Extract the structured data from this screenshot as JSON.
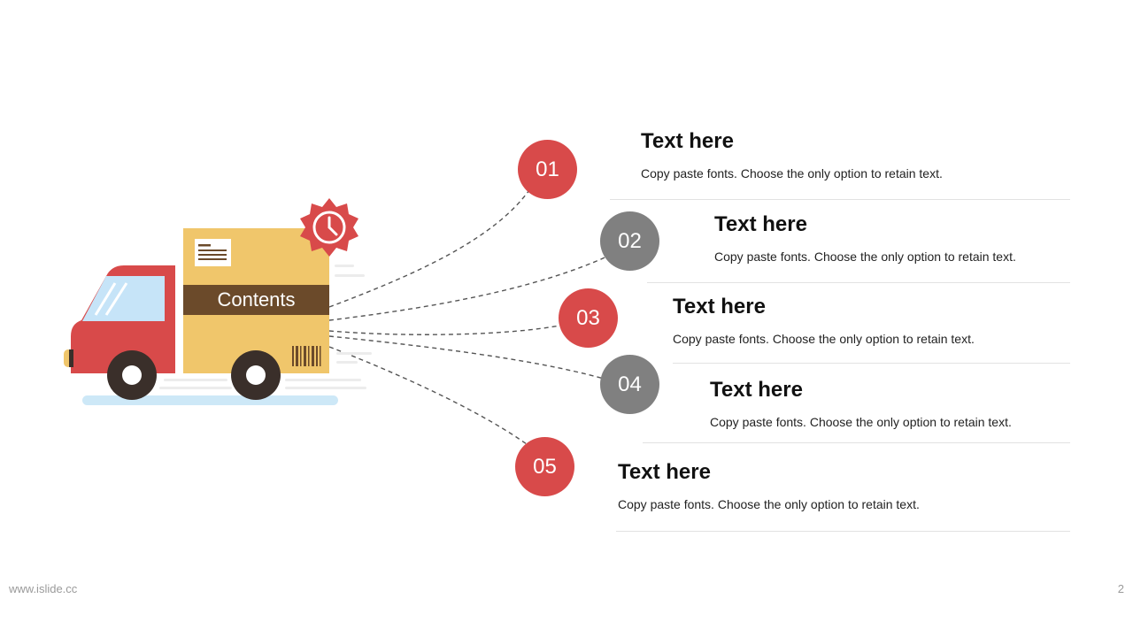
{
  "illustration": {
    "box_label": "Contents",
    "truck_icon": "delivery-truck-icon",
    "badge_icon": "clock-icon",
    "colors": {
      "truck_red": "#d84a4a",
      "box_yellow": "#f0c66b",
      "box_band": "#6b4a2a",
      "window": "#c6e4f8",
      "wheel": "#3a2f2a",
      "shadow": "#cde8f7"
    }
  },
  "items": [
    {
      "number": "01",
      "title": "Text here",
      "description": "Copy paste fonts. Choose the only option to retain text.",
      "color": "#d84a4a"
    },
    {
      "number": "02",
      "title": "Text here",
      "description": "Copy paste fonts. Choose the only option to retain text.",
      "color": "#808080"
    },
    {
      "number": "03",
      "title": "Text here",
      "description": "Copy paste fonts. Choose the only option to retain text.",
      "color": "#d84a4a"
    },
    {
      "number": "04",
      "title": "Text here",
      "description": "Copy paste fonts. Choose the only option to retain text.",
      "color": "#808080"
    },
    {
      "number": "05",
      "title": "Text here",
      "description": "Copy paste fonts. Choose the only option to retain text.",
      "color": "#d84a4a"
    }
  ],
  "footer": {
    "url": "www.islide.cc",
    "page_number": "2"
  }
}
